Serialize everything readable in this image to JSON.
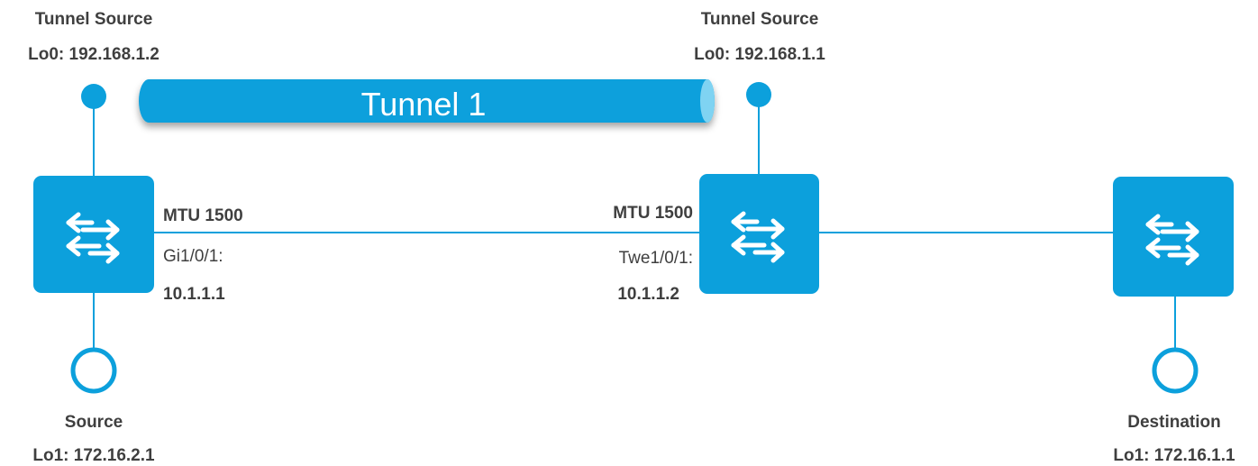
{
  "colors": {
    "accent": "#0ca0dc",
    "text": "#3f3f3f",
    "tunnel_end": "#7fd3f2"
  },
  "tunnel": {
    "label": "Tunnel 1"
  },
  "left": {
    "tunnel_source_label": "Tunnel Source",
    "tunnel_source_ip": "Lo0: 192.168.1.2",
    "mtu": "MTU 1500",
    "interface": "Gi1/0/1:",
    "interface_ip": "10.1.1.1",
    "endpoint_label": "Source",
    "endpoint_ip": "Lo1: 172.16.2.1"
  },
  "middle": {
    "tunnel_source_label": "Tunnel Source",
    "tunnel_source_ip": "Lo0: 192.168.1.1",
    "mtu": "MTU 1500",
    "interface": "Twe1/0/1:",
    "interface_ip": "10.1.1.2"
  },
  "right": {
    "endpoint_label": "Destination",
    "endpoint_ip": "Lo1: 172.16.1.1"
  },
  "icons": {
    "switch": "switch-arrows-icon",
    "loopback_solid": "loopback-dot-icon",
    "loopback_ring": "loopback-ring-icon"
  }
}
